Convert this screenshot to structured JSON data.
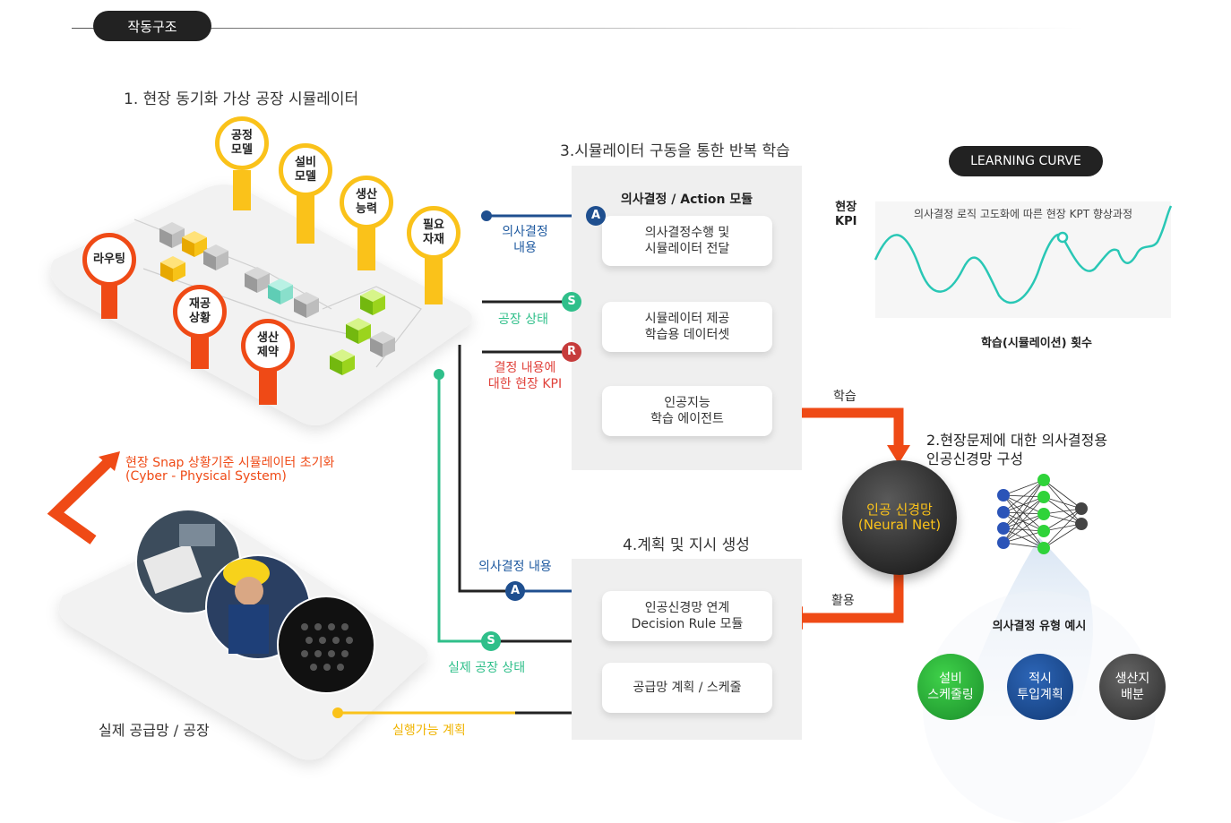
{
  "header": {
    "badge": "작동구조"
  },
  "section1": {
    "title": "1. 현장 동기화 가상 공장 시뮬레이터",
    "pins": [
      {
        "label": "공정\n모델"
      },
      {
        "label": "설비\n모델"
      },
      {
        "label": "생산\n능력"
      },
      {
        "label": "필요\n자재"
      },
      {
        "label": "라우팅"
      },
      {
        "label": "재공\n상황"
      },
      {
        "label": "생산\n제약"
      }
    ]
  },
  "section3": {
    "title": "3.시뮬레이터 구동을 통한 반복 학습",
    "module_title": "의사결정 / Action 모듈",
    "cards": [
      {
        "label": "의사결정수행 및\n시뮬레이터 전달"
      },
      {
        "label": "시뮬레이터 제공\n학습용 데이터셋"
      },
      {
        "label": "인공지능\n학습 에이전트"
      }
    ],
    "labels": {
      "decision_content": "의사결정\n내용",
      "factory_state": "공장 상태",
      "result_kpi": "결정 내용에\n대한 현장 KPI"
    }
  },
  "markers": {
    "a": "A",
    "s": "S",
    "r": "R"
  },
  "learning_curve": {
    "badge": "LEARNING CURVE",
    "y_label": "현장\nKPI",
    "caption": "의사결정 로직 고도화에 따른 현장 KPT 향상과정",
    "x_label": "학습(시뮬레이션) 횟수"
  },
  "flows": {
    "learn": "학습",
    "use": "활용"
  },
  "section2": {
    "title": "2.현장문제에 대한 의사결정용\n인공신경망 구성",
    "neural_net": "인공 신경망\n(Neural Net)",
    "decision_types_title": "의사결정 유형 예시",
    "decision_types": [
      {
        "label": "설비\n스케줄링",
        "color": "#27b13a"
      },
      {
        "label": "적시\n투입계획",
        "color": "#1b4c93"
      },
      {
        "label": "생산지\n배분",
        "color": "#444444"
      }
    ]
  },
  "init_note": {
    "line1": "현장 Snap 상황기준 시뮬레이터 초기화",
    "line2": "(Cyber - Physical System)"
  },
  "real_factory": {
    "label": "실제 공급망 / 공장"
  },
  "section4": {
    "title": "4.계획 및 지시 생성",
    "decision_content": "의사결정 내용",
    "real_state": "실제 공장 상태",
    "feasible_plan": "실행가능 계획",
    "cards": [
      {
        "label": "인공신경망 연계\nDecision Rule 모듈"
      },
      {
        "label": "공급망 계획 / 스케줄"
      }
    ]
  },
  "colors": {
    "orange": "#ef4a16",
    "yellow": "#fac21a",
    "teal": "#2fbf8a",
    "navy": "#1f4f8f",
    "red": "#c63b3b",
    "dark": "#222222"
  }
}
